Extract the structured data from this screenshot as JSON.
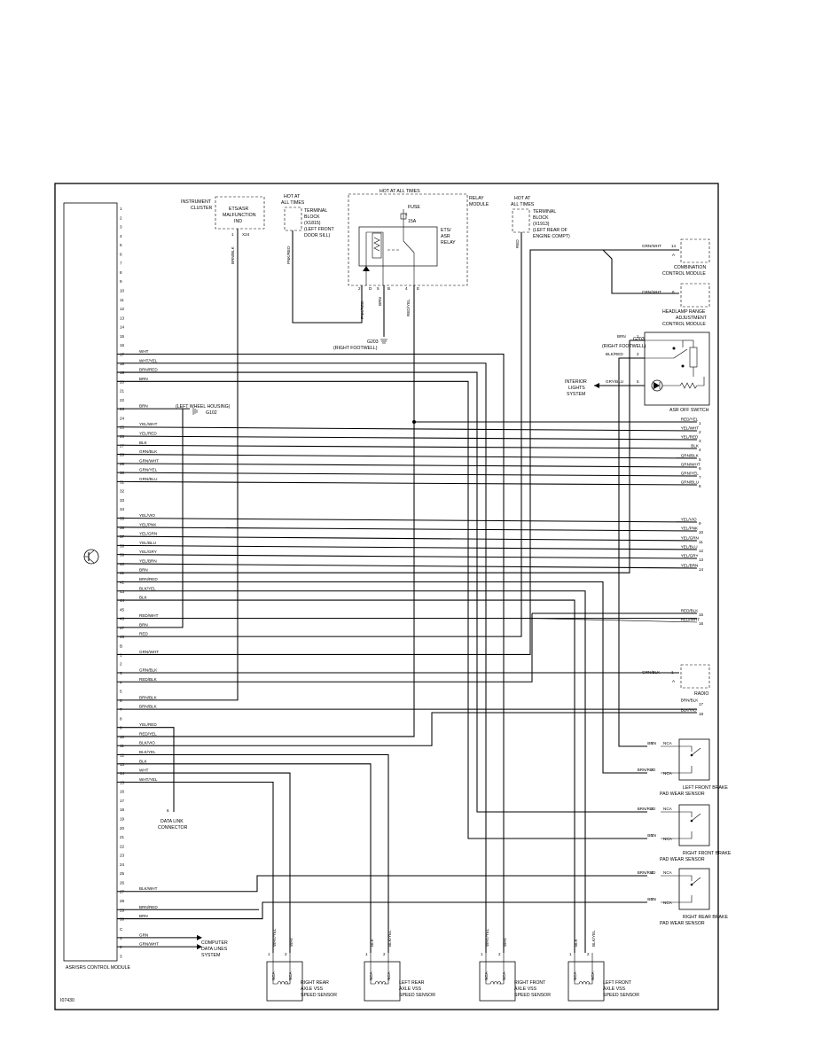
{
  "module": {
    "name": "ASR/SRS CONTROL MODULE",
    "pins_a": [
      {
        "n": "1",
        "w": ""
      },
      {
        "n": "2",
        "w": ""
      },
      {
        "n": "3",
        "w": ""
      },
      {
        "n": "4",
        "w": ""
      },
      {
        "n": "5",
        "w": ""
      },
      {
        "n": "6",
        "w": ""
      },
      {
        "n": "7",
        "w": ""
      },
      {
        "n": "8",
        "w": ""
      },
      {
        "n": "9",
        "w": ""
      },
      {
        "n": "10",
        "w": ""
      },
      {
        "n": "11",
        "w": ""
      },
      {
        "n": "12",
        "w": ""
      },
      {
        "n": "13",
        "w": ""
      },
      {
        "n": "14",
        "w": ""
      },
      {
        "n": "15",
        "w": ""
      },
      {
        "n": "16",
        "w": ""
      },
      {
        "n": "17",
        "w": "WHT"
      },
      {
        "n": "18",
        "w": "WHT/YEL"
      },
      {
        "n": "19",
        "w": "BRN/RED"
      },
      {
        "n": "20",
        "w": "BRN"
      },
      {
        "n": "21",
        "w": ""
      },
      {
        "n": "22",
        "w": ""
      },
      {
        "n": "23",
        "w": "BRN"
      },
      {
        "n": "24",
        "w": ""
      },
      {
        "n": "25",
        "w": "YEL/WHT"
      },
      {
        "n": "26",
        "w": "YEL/RED"
      },
      {
        "n": "27",
        "w": "BLK"
      },
      {
        "n": "28",
        "w": "GRN/BLK"
      },
      {
        "n": "29",
        "w": "GRN/WHT"
      },
      {
        "n": "30",
        "w": "GRN/YEL"
      },
      {
        "n": "31",
        "w": "GRN/BLU"
      },
      {
        "n": "32",
        "w": ""
      },
      {
        "n": "33",
        "w": ""
      },
      {
        "n": "34",
        "w": ""
      },
      {
        "n": "35",
        "w": "YEL/VIO"
      },
      {
        "n": "36",
        "w": "YEL/PNK"
      },
      {
        "n": "37",
        "w": "YEL/GRN"
      },
      {
        "n": "38",
        "w": "YEL/BLU"
      },
      {
        "n": "39",
        "w": "YEL/GRY"
      },
      {
        "n": "40",
        "w": "YEL/BRN"
      },
      {
        "n": "41",
        "w": "BRN"
      },
      {
        "n": "42",
        "w": "BRN/RED"
      },
      {
        "n": "43",
        "w": "BLK/YEL"
      },
      {
        "n": "44",
        "w": "BLK"
      },
      {
        "n": "45",
        "w": ""
      },
      {
        "n": "46",
        "w": "RED/WHT"
      },
      {
        "n": "47",
        "w": "BRN"
      },
      {
        "n": "48",
        "w": "RED"
      }
    ],
    "sep_b": "B",
    "pins_b": [
      {
        "n": "1",
        "w": "GRN/WHT"
      },
      {
        "n": "2",
        "w": ""
      },
      {
        "n": "3",
        "w": "GRN/BLK"
      },
      {
        "n": "4",
        "w": "RED/BLK"
      },
      {
        "n": "5",
        "w": ""
      },
      {
        "n": "6",
        "w": "BRN/BLK"
      },
      {
        "n": "7",
        "w": "BRN/BLK"
      },
      {
        "n": "8",
        "w": ""
      },
      {
        "n": "9",
        "w": "YEL/RED"
      },
      {
        "n": "10",
        "w": "RED/YEL"
      },
      {
        "n": "11",
        "w": "BLK/VIO"
      },
      {
        "n": "12",
        "w": "BLK/YEL"
      },
      {
        "n": "13",
        "w": "BLK"
      },
      {
        "n": "14",
        "w": "WHT"
      },
      {
        "n": "15",
        "w": "WHT/YEL"
      },
      {
        "n": "16",
        "w": ""
      },
      {
        "n": "17",
        "w": ""
      },
      {
        "n": "18",
        "w": ""
      },
      {
        "n": "19",
        "w": ""
      },
      {
        "n": "20",
        "w": ""
      },
      {
        "n": "21",
        "w": ""
      },
      {
        "n": "22",
        "w": ""
      },
      {
        "n": "23",
        "w": ""
      },
      {
        "n": "24",
        "w": ""
      },
      {
        "n": "25",
        "w": ""
      },
      {
        "n": "26",
        "w": ""
      },
      {
        "n": "27",
        "w": "BLK/WHT"
      },
      {
        "n": "28",
        "w": ""
      },
      {
        "n": "29",
        "w": "BRN/RED"
      },
      {
        "n": "30",
        "w": "BRN"
      }
    ],
    "sep_c": "C",
    "pins_c": [
      {
        "n": "1",
        "w": "GRN"
      },
      {
        "n": "2",
        "w": "GRN/WHT"
      },
      {
        "n": "3",
        "w": ""
      }
    ]
  },
  "cluster": {
    "title_l1": "INSTRUMENT",
    "title_l2": "CLUSTER",
    "box_l1": "ETS/ASR",
    "box_l2": "MALFUNCTION",
    "box_l3": "IND",
    "pin": "1",
    "conn": "X24",
    "wire": "BRN/BLK"
  },
  "tb_left": {
    "hot_l1": "HOT AT",
    "hot_l2": "ALL TIMES",
    "l1": "TERMINAL",
    "l2": "BLOCK",
    "l3": "(X1815)",
    "l4": "(LEFT FRONT",
    "l5": "DOOR SILL)",
    "wire": "PNK/RED"
  },
  "relay": {
    "hot": "HOT AT ALL TIMES",
    "module_l1": "RELAY",
    "module_l2": "MODULE",
    "fuse": "FUSE",
    "fuse_num": "1",
    "amps": "15A",
    "name_l1": "ETS/",
    "name_l2": "ASR",
    "name_l3": "RELAY",
    "pins": [
      "2",
      "D",
      "5",
      "B",
      "4",
      "E"
    ],
    "wires": [
      "PNK/RED",
      "BRN",
      "RED/YEL"
    ],
    "ground": "G203",
    "ground_loc": "(RIGHT FOOTWELL)"
  },
  "tb_right": {
    "hot_l1": "HOT AT",
    "hot_l2": "ALL TIMES",
    "l1": "TERMINAL",
    "l2": "BLOCK",
    "l3": "(X1913)",
    "l4": "(LEFT REAR OF",
    "l5": "ENGINE COMPT)",
    "wire": "RED"
  },
  "combo": {
    "wire": "GRN/WHT",
    "pin": "14",
    "conn": "A",
    "l1": "COMBINATION",
    "l2": "CONTROL MODULE"
  },
  "headlamp": {
    "wire": "GRN/WHT",
    "pin": "6",
    "l1": "HEADLAMP RANGE",
    "l2": "ADJUSTMENT",
    "l3": "CONTROL MODULE"
  },
  "asr_switch": {
    "name": "ASR OFF SWITCH",
    "ground": "G203",
    "ground_loc": "(RIGHT FOOTWELL)",
    "w1": "BRN",
    "p1": "1",
    "w2": "BLK/RED",
    "p2": "2",
    "w3": "GRY/BLU",
    "p3": "5",
    "ils_l1": "INTERIOR",
    "ils_l2": "LIGHTS",
    "ils_l3": "SYSTEM"
  },
  "left_ground": {
    "loc": "(LEFT WHEEL HOUSING)",
    "id": "G102"
  },
  "right_lines": [
    {
      "w": "RED/YEL",
      "n": "1"
    },
    {
      "w": "YEL/WHT",
      "n": "2"
    },
    {
      "w": "YEL/RED",
      "n": "3"
    },
    {
      "w": "BLK",
      "n": "4"
    },
    {
      "w": "GRN/BLK",
      "n": "5"
    },
    {
      "w": "GRN/WHT",
      "n": "6"
    },
    {
      "w": "GRN/YEL",
      "n": "7"
    },
    {
      "w": "GRN/BLU",
      "n": "8"
    },
    {
      "w": "YEL/VIO",
      "n": "9"
    },
    {
      "w": "YEL/PNK",
      "n": "10"
    },
    {
      "w": "YEL/GRN",
      "n": "11"
    },
    {
      "w": "YEL/BLU",
      "n": "12"
    },
    {
      "w": "YEL/GRY",
      "n": "13"
    },
    {
      "w": "YEL/BRN",
      "n": "14"
    },
    {
      "w": "RED/BLK",
      "n": "15"
    },
    {
      "w": "RED/WHT",
      "n": "16"
    },
    {
      "w": "BRN/BLK",
      "n": "17"
    },
    {
      "w": "BLK/VIO",
      "n": "18"
    }
  ],
  "radio": {
    "wire": "GRN/BLK",
    "pin": "1",
    "conn": "A",
    "name": "RADIO"
  },
  "dlc": {
    "pin": "6",
    "l1": "DATA LINK",
    "l2": "CONNECTOR"
  },
  "computer": {
    "l1": "COMPUTER",
    "l2": "DATA LINES",
    "l3": "SYSTEM"
  },
  "pads": [
    {
      "w1": "BRN",
      "p1": "1",
      "w2": "BRN/RED",
      "p2": "2",
      "nca": "NCA",
      "l1": "LEFT FRONT BRAKE",
      "l2": "PAD WEAR SENSOR"
    },
    {
      "w1": "BRN/RED",
      "p1": "2",
      "w2": "BRN",
      "p2": "1",
      "nca": "NCA",
      "l1": "RIGHT FRONT BRAKE",
      "l2": "PAD WEAR SENSOR"
    },
    {
      "w1": "BRN/RED",
      "p1": "4",
      "w2": "BRN",
      "p2": "3",
      "nca": "NCA",
      "l1": "RIGHT REAR BRAKE",
      "l2": "PAD WEAR SENSOR"
    }
  ],
  "vss": [
    {
      "w1": "WHT/YEL",
      "w2": "WHT",
      "p1": "1",
      "p2": "2",
      "nca": "NCA",
      "l1": "RIGHT REAR",
      "l2": "AXLE VSS",
      "l3": "SPEED SENSOR"
    },
    {
      "w1": "BLK",
      "w2": "BLK/YEL",
      "p1": "1",
      "p2": "2",
      "nca": "NCA",
      "l1": "LEFT REAR",
      "l2": "AXLE VSS",
      "l3": "SPEED SENSOR"
    },
    {
      "w1": "WHT/YEL",
      "w2": "WHT",
      "p1": "1",
      "p2": "2",
      "nca": "NCA",
      "l1": "RIGHT FRONT",
      "l2": "AXLE VSS",
      "l3": "SPEED SENSOR"
    },
    {
      "w1": "BLK",
      "w2": "BLK/YEL",
      "p1": "1",
      "p2": "2",
      "nca": "NCA",
      "l1": "LEFT FRONT",
      "l2": "AXLE VSS",
      "l3": "SPEED SENSOR"
    }
  ],
  "figure_id": "I07430"
}
